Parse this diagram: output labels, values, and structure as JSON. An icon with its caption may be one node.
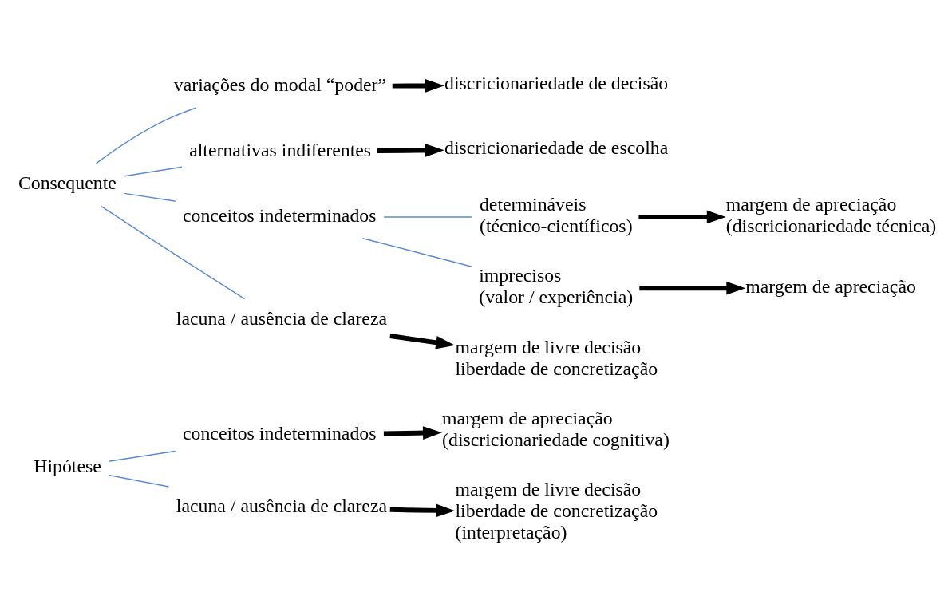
{
  "diagram": {
    "nodes": [
      {
        "text": [
          "Hipótese"
        ]
      },
      {
        "text": [
          "conceitos indeterminados"
        ]
      },
      {
        "text": [
          "margem de apreciação",
          "(discricionariedade cognitiva)"
        ]
      },
      {
        "text": [
          "lacuna / ausência de clareza"
        ]
      },
      {
        "text": [
          "margem de livre decisão",
          "liberdade de concretização",
          "(interpretação)"
        ]
      },
      {
        "text": [
          "Consequente"
        ]
      },
      {
        "text": [
          "variações do modal “poder”"
        ]
      },
      {
        "text": [
          "discricionariedade de decisão"
        ]
      },
      {
        "text": [
          "alternativas indiferentes"
        ]
      },
      {
        "text": [
          "discricionariedade de escolha"
        ]
      },
      {
        "text": [
          "conceitos indeterminados"
        ]
      },
      {
        "text": [
          "determináveis",
          "(técnico-científicos)"
        ]
      },
      {
        "text": [
          "margem de apreciação",
          "(discricionariedade técnica)"
        ]
      },
      {
        "text": [
          "imprecisos",
          "(valor / experiência)"
        ]
      },
      {
        "text": [
          "margem de apreciação"
        ]
      },
      {
        "text": [
          "lacuna / ausência de clareza"
        ]
      },
      {
        "text": [
          "margem de livre decisão",
          "liberdade de concretização"
        ]
      }
    ],
    "edges": [
      {
        "from": 0,
        "to": 1,
        "arrow": "none"
      },
      {
        "from": 0,
        "to": 3,
        "arrow": "none"
      },
      {
        "from": 1,
        "to": 2,
        "arrow": "to",
        "style": "thick",
        "color": "#000000"
      },
      {
        "from": 3,
        "to": 4,
        "arrow": "to",
        "style": "thick",
        "color": "#000000"
      },
      {
        "from": 5,
        "to": 6,
        "arrow": "none"
      },
      {
        "from": 5,
        "to": 8,
        "arrow": "none"
      },
      {
        "from": 5,
        "to": 10,
        "arrow": "none"
      },
      {
        "from": 5,
        "to": 15,
        "arrow": "none"
      },
      {
        "from": 6,
        "to": 7,
        "arrow": "to",
        "style": "thick",
        "color": "#000000"
      },
      {
        "from": 8,
        "to": 9,
        "arrow": "to",
        "style": "thick",
        "color": "#000000"
      },
      {
        "from": 10,
        "to": 11,
        "arrow": "none"
      },
      {
        "from": 10,
        "to": 13,
        "arrow": "none"
      },
      {
        "from": 11,
        "to": 12,
        "arrow": "to",
        "style": "thick",
        "color": "#000000"
      },
      {
        "from": 13,
        "to": 14,
        "arrow": "to",
        "style": "thick",
        "color": "#000000"
      },
      {
        "from": 15,
        "to": 16,
        "arrow": "to",
        "style": "thick",
        "color": "#000000"
      }
    ]
  }
}
